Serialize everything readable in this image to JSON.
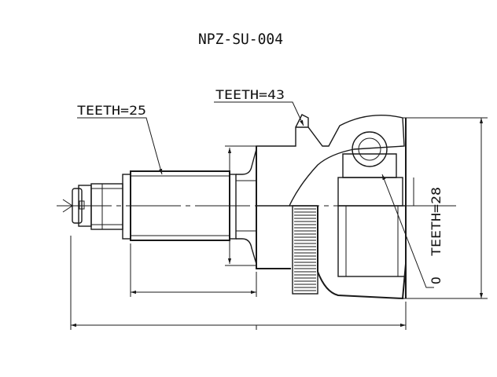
{
  "drawing": {
    "part_number": "NPZ-SU-004",
    "labels": {
      "teeth_outer": "TEETH=43",
      "teeth_shaft": "TEETH=25",
      "teeth_inner": "TEETH=28",
      "o_ring": "O"
    }
  }
}
